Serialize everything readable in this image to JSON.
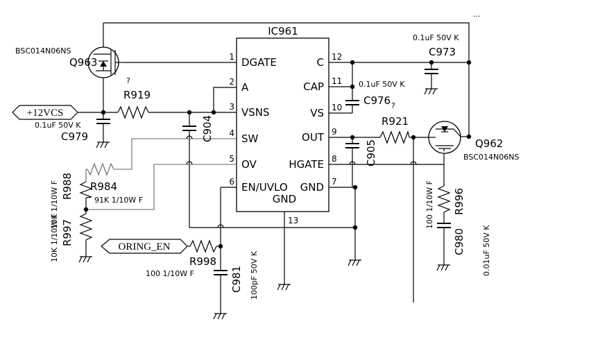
{
  "ic": {
    "name": "IC961",
    "pins": [
      {
        "num": "1",
        "name": "DGATE"
      },
      {
        "num": "2",
        "name": "A"
      },
      {
        "num": "3",
        "name": "VSNS"
      },
      {
        "num": "4",
        "name": "SW"
      },
      {
        "num": "5",
        "name": "OV"
      },
      {
        "num": "6",
        "name": "EN/UVLO"
      },
      {
        "num": "12",
        "name": "C"
      },
      {
        "num": "11",
        "name": "CAP"
      },
      {
        "num": "10",
        "name": "VS"
      },
      {
        "num": "9",
        "name": "OUT"
      },
      {
        "num": "8",
        "name": "HGATE"
      },
      {
        "num": "7",
        "name": "GND"
      },
      {
        "num": "13",
        "name": "GND"
      }
    ]
  },
  "components": {
    "q963": {
      "ref": "Q963",
      "part": "BSC014N06NS"
    },
    "q962": {
      "ref": "Q962",
      "part": "BSC014N06NS"
    },
    "r919": {
      "ref": "R919",
      "mark": "?"
    },
    "c979": {
      "ref": "C979",
      "value": "0.1uF 50V K"
    },
    "c904": {
      "ref": "C904"
    },
    "c973": {
      "ref": "C973",
      "value": "0.1uF 50V K"
    },
    "c976": {
      "ref": "C976",
      "value": "0.1uF 50V K",
      "mark": "?"
    },
    "r921": {
      "ref": "R921"
    },
    "c905": {
      "ref": "C905"
    },
    "r984": {
      "ref": "R984",
      "value": "91K 1/10W F"
    },
    "r988": {
      "ref": "R988",
      "value": "10K 1/10W F"
    },
    "r997": {
      "ref": "R997",
      "value": "10K 1/10W F"
    },
    "r998": {
      "ref": "R998",
      "value": "100 1/10W F"
    },
    "c981": {
      "ref": "C981",
      "value": "100pF 50V K"
    },
    "r996": {
      "ref": "R996",
      "value": "100 1/10W F"
    },
    "c980": {
      "ref": "C980",
      "value": "0.01uF 50V K"
    }
  },
  "ports": {
    "vcs": "+12VCS",
    "oring_en": "ORING_EN"
  },
  "corner_mark": "..."
}
